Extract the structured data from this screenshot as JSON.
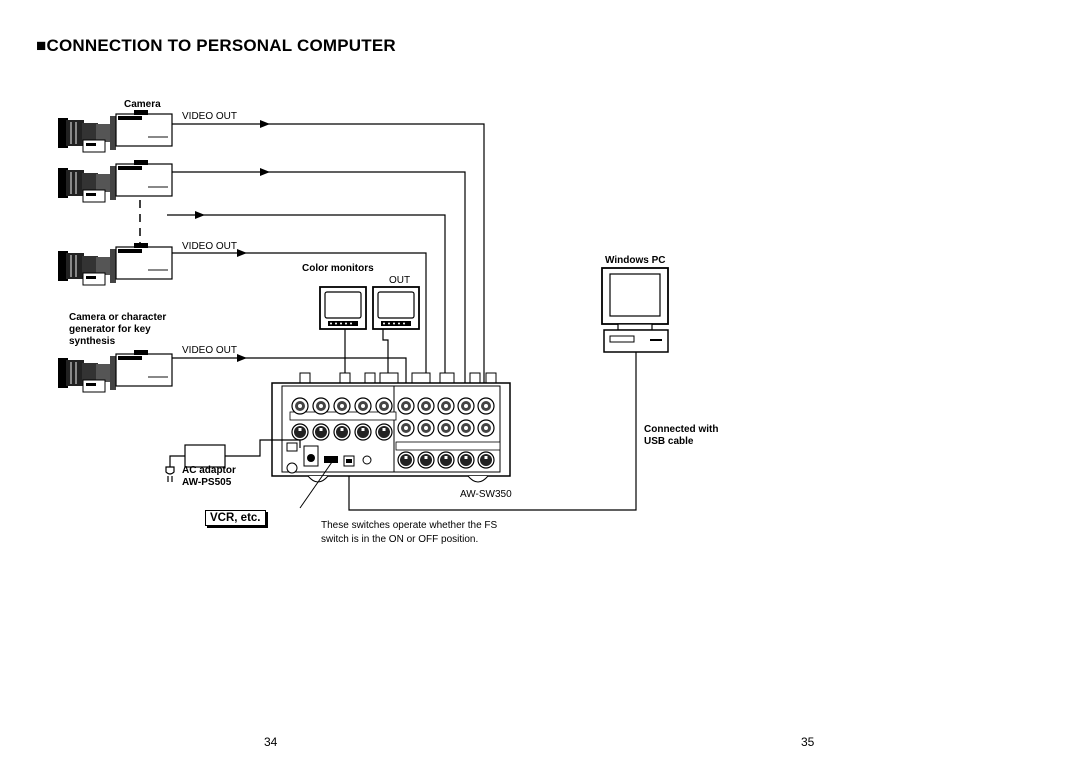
{
  "page": {
    "title": "■CONNECTION TO PERSONAL COMPUTER",
    "page_left": "34",
    "page_right": "35"
  },
  "labels": {
    "camera": "Camera",
    "video_out_1": "VIDEO OUT",
    "video_out_2": "VIDEO OUT",
    "video_out_3": "VIDEO OUT",
    "color_monitors": "Color monitors",
    "out": "OUT",
    "key_source": "Camera or character generator for key synthesis",
    "windows_pc": "Windows PC",
    "usb_connection": "Connected with USB cable",
    "ac_adaptor": "AC adaptor",
    "ac_model": "AW-PS505",
    "vcr": "VCR, etc.",
    "switcher_model": "AW-SW350",
    "switch_note": "These switches operate whether the FS switch is in the ON or OFF position."
  },
  "colors": {
    "line": "#000000",
    "background": "#ffffff"
  }
}
